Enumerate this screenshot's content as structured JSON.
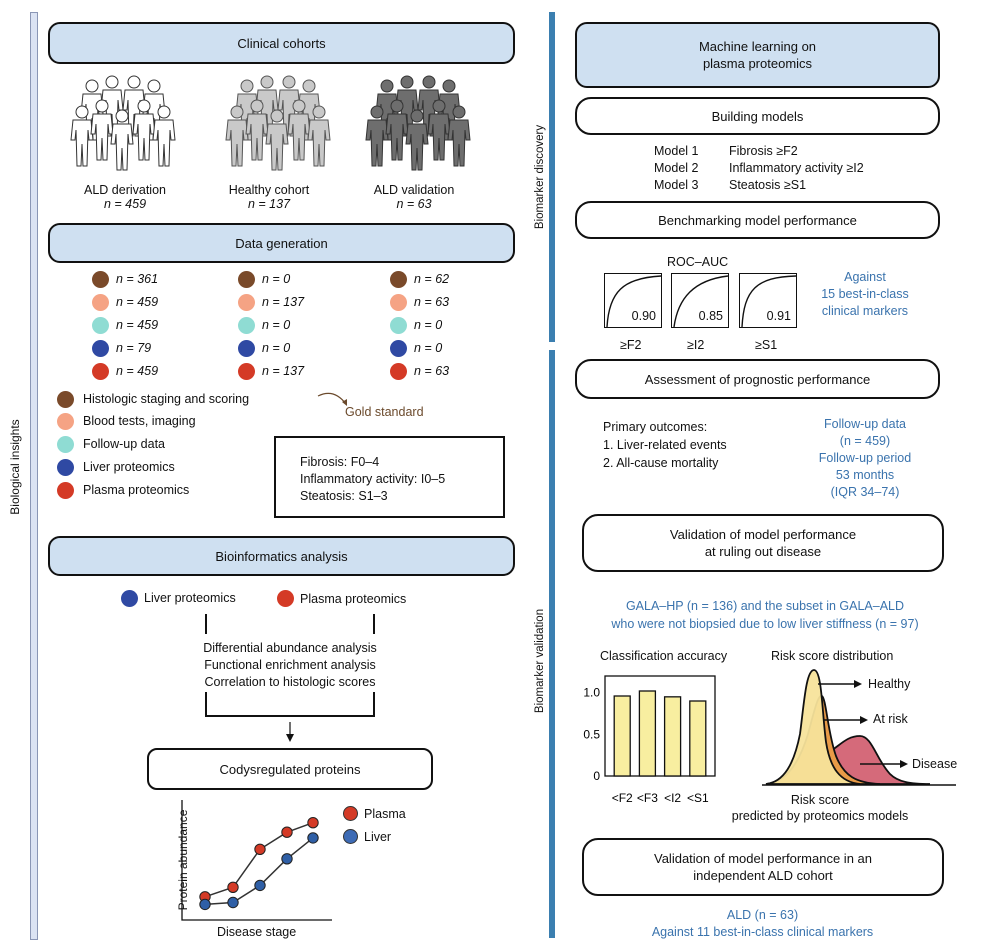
{
  "left": {
    "side_label": "Biological insights",
    "clinical_cohorts": "Clinical cohorts",
    "cohorts": [
      {
        "name": "ALD derivation",
        "n": "n = 459"
      },
      {
        "name": "Healthy cohort",
        "n": "n = 137"
      },
      {
        "name": "ALD validation",
        "n": "n = 63"
      }
    ],
    "data_generation": "Data generation",
    "n_columns": [
      [
        "n = 361",
        "n = 459",
        "n = 459",
        "n = 79",
        "n = 459"
      ],
      [
        "n = 0",
        "n = 137",
        "n = 0",
        "n = 0",
        "n = 137"
      ],
      [
        "n = 62",
        "n = 63",
        "n = 0",
        "n = 0",
        "n = 63"
      ]
    ],
    "dot_colors": [
      "#7a4a2a",
      "#f5a384",
      "#8fdcd3",
      "#2f49a3",
      "#d43a26"
    ],
    "legend": [
      "Histologic staging and scoring",
      "Blood tests, imaging",
      "Follow-up data",
      "Liver proteomics",
      "Plasma proteomics"
    ],
    "gold_standard": "Gold standard",
    "scores": [
      "Fibrosis: F0–4",
      "Inflammatory activity: I0–5",
      "Steatosis: S1–3"
    ],
    "bioinformatics": "Bioinformatics analysis",
    "liver_proteomics": "Liver proteomics",
    "plasma_proteomics": "Plasma proteomics",
    "analyses": [
      "Differential abundance analysis",
      "Functional enrichment analysis",
      "Correlation to histologic scores"
    ],
    "codysregulated": "Codysregulated proteins",
    "plot_ylabel": "Protein abundance",
    "plot_xlabel": "Disease stage",
    "plot_legend": [
      "Plasma",
      "Liver"
    ]
  },
  "right": {
    "discovery_label": "Biomarker discovery",
    "validation_label": "Biomarker validation",
    "ml_title_1": "Machine learning on",
    "ml_title_2": "plasma proteomics",
    "building_models": "Building models",
    "models": [
      {
        "name": "Model 1",
        "target": "Fibrosis ≥F2"
      },
      {
        "name": "Model 2",
        "target": "Inflammatory activity ≥I2"
      },
      {
        "name": "Model 3",
        "target": "Steatosis ≥S1"
      }
    ],
    "benchmarking": "Benchmarking model performance",
    "roc_title": "ROC–AUC",
    "roc_values": [
      "0.90",
      "0.85",
      "0.91"
    ],
    "roc_labels": [
      "≥F2",
      "≥I2",
      "≥S1"
    ],
    "against": [
      "Against",
      "15 best-in-class",
      "clinical markers"
    ],
    "prognostic": "Assessment of prognostic performance",
    "primary_outcomes": [
      "Primary outcomes:",
      "1. Liver-related events",
      "2. All-cause mortality"
    ],
    "followup": [
      "Follow-up data",
      "(n = 459)",
      "Follow-up period",
      "53 months",
      "(IQR 34–74)"
    ],
    "ruling_out_1": "Validation of model performance",
    "ruling_out_2": "at ruling out disease",
    "gala_1": "GALA–HP (n = 136) and the subset in GALA–ALD",
    "gala_2": "who were not biopsied due to low liver stiffness (n = 97)",
    "class_acc_title": "Classification accuracy",
    "risk_title": "Risk score distribution",
    "risk_labels": [
      "Healthy",
      "At risk",
      "Disease"
    ],
    "risk_x_1": "Risk score",
    "risk_x_2": "predicted by proteomics models",
    "independent_1": "Validation of model performance in an",
    "independent_2": "independent ALD cohort",
    "ald_1": "ALD (n = 63)",
    "ald_2": "Against 11 best-in-class clinical markers"
  },
  "chart_data": [
    {
      "type": "bar",
      "title": "Classification accuracy",
      "categories": [
        "<F2",
        "<F3",
        "<I2",
        "<S1"
      ],
      "values": [
        0.96,
        1.02,
        0.95,
        0.9
      ],
      "yticks": [
        "0",
        "0.5",
        "1.0"
      ],
      "ylim": [
        0,
        1.2
      ]
    },
    {
      "type": "line",
      "xlabel": "Disease stage",
      "ylabel": "Protein abundance",
      "series": [
        {
          "name": "Plasma",
          "color": "#d43a26",
          "values": [
            0.8,
            1.3,
            3.3,
            4.2,
            4.7
          ]
        },
        {
          "name": "Liver",
          "color": "#2f5fa6",
          "values": [
            0.4,
            0.5,
            1.4,
            2.8,
            3.9
          ]
        }
      ]
    }
  ]
}
